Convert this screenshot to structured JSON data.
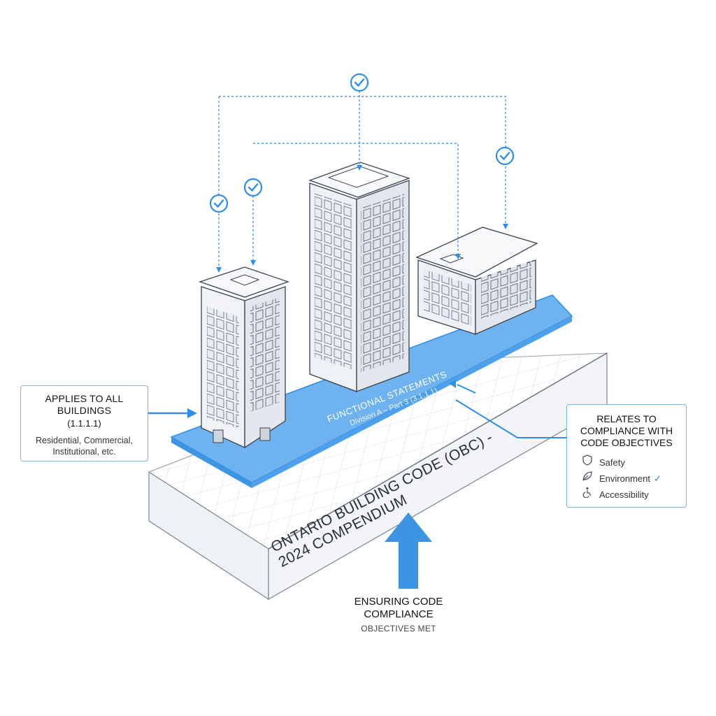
{
  "left_callout": {
    "title_line1": "APPLIES TO ALL",
    "title_line2": "BUILDINGS",
    "code": "(1.1.1.1)",
    "note_line1": "Residential, Commercial,",
    "note_line2": "Institutional, etc."
  },
  "right_callout": {
    "title_line1": "RELATES TO",
    "title_line2": "COMPLIANCE WITH",
    "title_line3": "CODE OBJECTIVES",
    "items": [
      {
        "label": "Safety",
        "icon": "shield-icon"
      },
      {
        "label": "Environment",
        "icon": "leaf-icon",
        "checked": true
      },
      {
        "label": "Accessibility",
        "icon": "accessibility-icon"
      }
    ]
  },
  "platform": {
    "title": "FUNCTIONAL STATEMENTS",
    "subtitle": "Division A – Part 3 (3.1.1.1)"
  },
  "base": {
    "line1": "ONTARIO BUILDING CODE (OBC) -",
    "line2": "2024 COMPENDIUM"
  },
  "bottom_caption": {
    "line1": "ENSURING CODE",
    "line2": "COMPLIANCE",
    "line3": "OBJECTIVES MET"
  },
  "colors": {
    "accent": "#2f8fe8",
    "platform": "#6fb2f0",
    "line": "#4a9be6",
    "building": "#f4f5f8",
    "outline": "#3a4250"
  }
}
